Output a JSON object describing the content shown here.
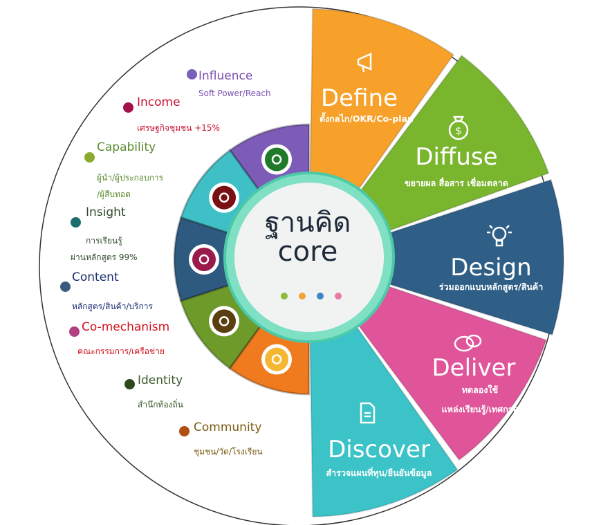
{
  "hub": {
    "title_thai": "ฐานคิด",
    "title_en": "core",
    "dot_colors": [
      "#8dbb3a",
      "#f2a33a",
      "#3f86c8",
      "#e77aa9"
    ]
  },
  "segments": [
    {
      "title": "Define",
      "subtitle": "ตั้งกลไก/OKR/Co-plan",
      "icon": "megaphone-icon",
      "color": "#f7a12a"
    },
    {
      "title": "Diffuse",
      "subtitle": "ขยายผล สื่อสาร เชื่อมตลาด",
      "icon": "money-bag-icon",
      "color": "#7ab52e"
    },
    {
      "title": "Design",
      "subtitle": "ร่วมออกแบบหลักสูตร/สินค้า",
      "icon": "lightbulb-icon",
      "color": "#2f5f86"
    },
    {
      "title": "Deliver",
      "subtitle": "ทดลองใช้",
      "subtitle2": "แหล่งเรียนรู้/เทศกาล",
      "icon": "chat-bubbles-icon",
      "color": "#e0559a"
    },
    {
      "title": "Discover",
      "subtitle": "สำรวจแผนที่ทุน/ยืนยันข้อมูล",
      "icon": "document-icon",
      "color": "#3cc3c8"
    }
  ],
  "inner_ring": [
    {
      "icon": "leaf-spiral-icon",
      "color": "#7d5cb8"
    },
    {
      "icon": "dharma-wheel-icon",
      "color": "#3fc0c7"
    },
    {
      "icon": "thai-flower-icon",
      "color": "#2f5a80"
    },
    {
      "icon": "thai-ornament-icon",
      "color": "#6e9a2a"
    },
    {
      "icon": "stupa-icon",
      "color": "#f07a1e"
    }
  ],
  "labels": [
    {
      "title": "Influence",
      "subtitle": "Soft Power/Reach",
      "color": "#7b4fb0",
      "dot": "#7b5fb8"
    },
    {
      "title": "Income",
      "subtitle": "เศรษฐกิจชุมชน +15%",
      "color": "#c8102e",
      "dot": "#a3104a"
    },
    {
      "title": "Capability",
      "subtitle": "ผู้นำ/ผู้ประกอบการ",
      "subtitle2": "/ผู้สืบทอด",
      "color": "#5a8a2e",
      "dot": "#8aaa30"
    },
    {
      "title": "Insight",
      "subtitle": "การเรียนรู้",
      "subtitle2": "ผ่านหลักสูตร 99%",
      "color": "#2e4a2a",
      "dot": "#1a6e6e"
    },
    {
      "title": "Content",
      "subtitle": "หลักสูตร/สินค้า/บริการ",
      "color": "#1a2e6e",
      "dot": "#3a5a80"
    },
    {
      "title": "Co-mechanism",
      "subtitle": "คณะกรรมการ/เครือข่าย",
      "color": "#d0101a",
      "dot": "#b04080"
    },
    {
      "title": "Identity",
      "subtitle": "สำนึกท้องถิ่น",
      "color": "#3a5a2a",
      "dot": "#2e4a1a"
    },
    {
      "title": "Community",
      "subtitle": "ชุมชน/วัด/โรงเรียน",
      "color": "#7a5a10",
      "dot": "#b05010"
    }
  ]
}
